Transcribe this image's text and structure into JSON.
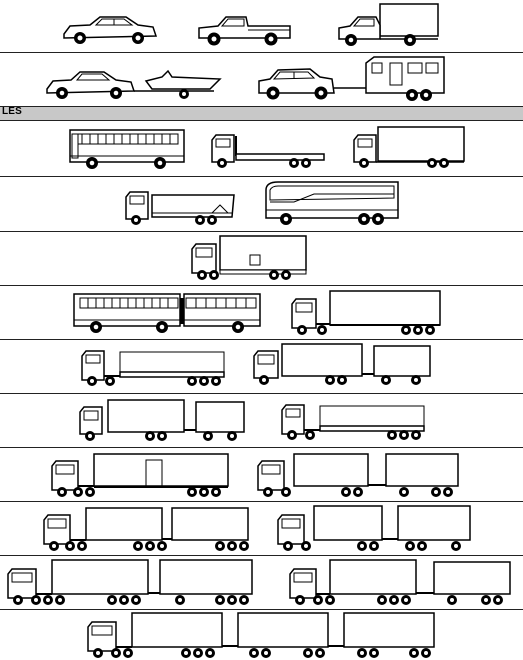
{
  "section_label": "LES",
  "rows": [
    {
      "id": "r1",
      "vehicles": [
        "car",
        "pickup-truck",
        "pickup-camper"
      ]
    },
    {
      "id": "r2",
      "vehicles": [
        "car-with-boat-trailer",
        "suv-with-caravan"
      ]
    },
    {
      "id": "r3",
      "vehicles": [
        "city-bus",
        "flatbed-rigid-truck",
        "box-rigid-truck"
      ]
    },
    {
      "id": "r4",
      "vehicles": [
        "tipper-truck",
        "coach-bus"
      ]
    },
    {
      "id": "r5",
      "vehicles": [
        "heavy-box-rigid-truck"
      ]
    },
    {
      "id": "r6",
      "vehicles": [
        "articulated-bus",
        "tractor-semitrailer"
      ]
    },
    {
      "id": "r7",
      "vehicles": [
        "tractor-flatbed-semitrailer",
        "truck-and-trailer"
      ]
    },
    {
      "id": "r8",
      "vehicles": [
        "truck-and-trailer",
        "tractor-flatbed-semitrailer"
      ]
    },
    {
      "id": "r9",
      "vehicles": [
        "tractor-long-box-semitrailer",
        "truck-and-trailer"
      ]
    },
    {
      "id": "r10",
      "vehicles": [
        "tractor-b-double",
        "truck-and-trailer"
      ]
    },
    {
      "id": "r11",
      "vehicles": [
        "tractor-b-double-long",
        "tractor-b-double-long"
      ]
    },
    {
      "id": "r12",
      "vehicles": [
        "tractor-triple-road-train"
      ]
    }
  ]
}
